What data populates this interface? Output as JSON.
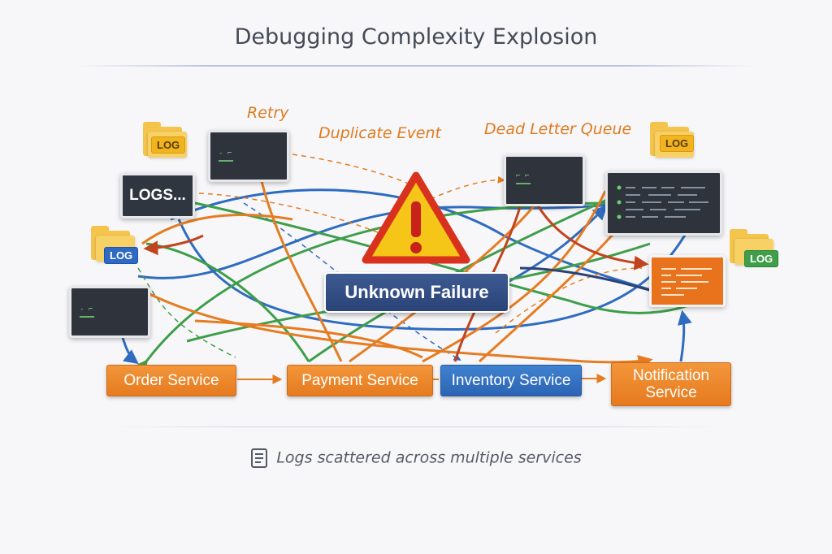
{
  "title": "Debugging Complexity Explosion",
  "center_alert": {
    "label": "Unknown Failure",
    "icon": "warning-icon",
    "color": "#f5c518"
  },
  "event_labels": {
    "retry": "Retry",
    "duplicate": "Duplicate Event",
    "dead_letter": "Dead Letter Queue"
  },
  "services": [
    {
      "label": "Order Service",
      "color": "#e8801f"
    },
    {
      "label": "Payment Service",
      "color": "#e8801f"
    },
    {
      "label": "Inventory Service",
      "color": "#2f6cc0"
    },
    {
      "label": "Notification Service",
      "color": "#e8801f"
    }
  ],
  "logs_panel": {
    "label": "LOGS..."
  },
  "log_badges": [
    "LOG",
    "LOG",
    "LOG",
    "LOG"
  ],
  "caption": {
    "text": "Logs scattered across multiple services",
    "icon": "document-icon"
  },
  "colors": {
    "orange": "#e8801f",
    "blue": "#2f6cc0",
    "green": "#3f9e4a",
    "navy": "#2a4377"
  }
}
